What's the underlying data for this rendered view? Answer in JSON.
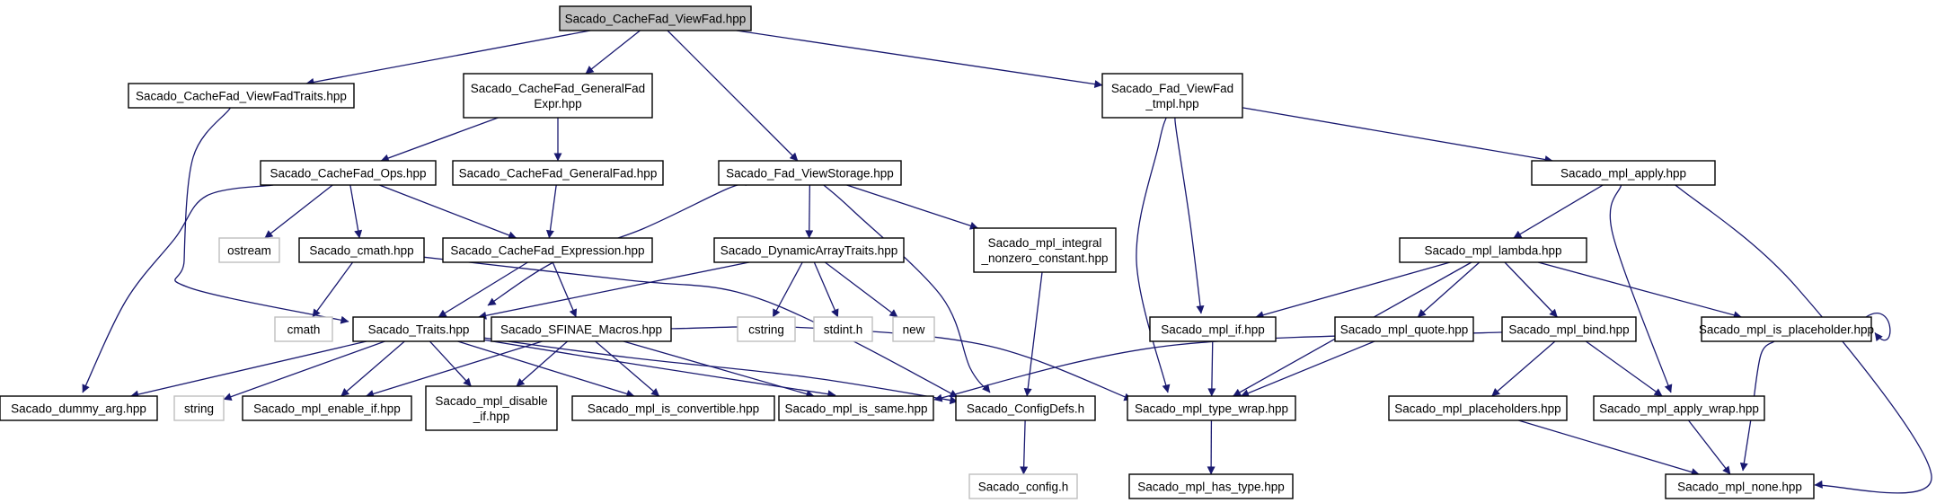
{
  "diagram": {
    "root": "root",
    "nodes": [
      {
        "id": "root",
        "lines": [
          "Sacado_CacheFad_ViewFad.hpp"
        ],
        "kind": "root"
      },
      {
        "id": "viewfadtraits",
        "lines": [
          "Sacado_CacheFad_ViewFadTraits.hpp"
        ]
      },
      {
        "id": "genfadexpr",
        "lines": [
          "Sacado_CacheFad_GeneralFad",
          "Expr.hpp"
        ]
      },
      {
        "id": "viewstorage",
        "lines": [
          "Sacado_Fad_ViewStorage.hpp"
        ]
      },
      {
        "id": "viewfadtmpl",
        "lines": [
          "Sacado_Fad_ViewFad",
          "_tmpl.hpp"
        ]
      },
      {
        "id": "ops",
        "lines": [
          "Sacado_CacheFad_Ops.hpp"
        ]
      },
      {
        "id": "genfad",
        "lines": [
          "Sacado_CacheFad_GeneralFad.hpp"
        ]
      },
      {
        "id": "dyntraits",
        "lines": [
          "Sacado_DynamicArrayTraits.hpp"
        ]
      },
      {
        "id": "intconst",
        "lines": [
          "Sacado_mpl_integral",
          "_nonzero_constant.hpp"
        ]
      },
      {
        "id": "apply",
        "lines": [
          "Sacado_mpl_apply.hpp"
        ]
      },
      {
        "id": "ostream",
        "lines": [
          "ostream"
        ],
        "kind": "ext"
      },
      {
        "id": "cmathhpp",
        "lines": [
          "Sacado_cmath.hpp"
        ]
      },
      {
        "id": "expression",
        "lines": [
          "Sacado_CacheFad_Expression.hpp"
        ]
      },
      {
        "id": "cstring",
        "lines": [
          "cstring"
        ],
        "kind": "ext"
      },
      {
        "id": "stdint",
        "lines": [
          "stdint.h"
        ],
        "kind": "ext"
      },
      {
        "id": "new",
        "lines": [
          "new"
        ],
        "kind": "ext"
      },
      {
        "id": "lambda",
        "lines": [
          "Sacado_mpl_lambda.hpp"
        ]
      },
      {
        "id": "cmath",
        "lines": [
          "cmath"
        ],
        "kind": "ext"
      },
      {
        "id": "traits",
        "lines": [
          "Sacado_Traits.hpp"
        ]
      },
      {
        "id": "sfinae",
        "lines": [
          "Sacado_SFINAE_Macros.hpp"
        ]
      },
      {
        "id": "mplif",
        "lines": [
          "Sacado_mpl_if.hpp"
        ]
      },
      {
        "id": "quote",
        "lines": [
          "Sacado_mpl_quote.hpp"
        ]
      },
      {
        "id": "bind",
        "lines": [
          "Sacado_mpl_bind.hpp"
        ]
      },
      {
        "id": "isplaceholder",
        "lines": [
          "Sacado_mpl_is_placeholder.hpp"
        ]
      },
      {
        "id": "dummyarg",
        "lines": [
          "Sacado_dummy_arg.hpp"
        ]
      },
      {
        "id": "string",
        "lines": [
          "string"
        ],
        "kind": "ext"
      },
      {
        "id": "enableif",
        "lines": [
          "Sacado_mpl_enable_if.hpp"
        ]
      },
      {
        "id": "disableif",
        "lines": [
          "Sacado_mpl_disable",
          "_if.hpp"
        ]
      },
      {
        "id": "isconvertible",
        "lines": [
          "Sacado_mpl_is_convertible.hpp"
        ]
      },
      {
        "id": "issame",
        "lines": [
          "Sacado_mpl_is_same.hpp"
        ]
      },
      {
        "id": "configdefs",
        "lines": [
          "Sacado_ConfigDefs.h"
        ]
      },
      {
        "id": "typewrap",
        "lines": [
          "Sacado_mpl_type_wrap.hpp"
        ]
      },
      {
        "id": "placeholders",
        "lines": [
          "Sacado_mpl_placeholders.hpp"
        ]
      },
      {
        "id": "applywrap",
        "lines": [
          "Sacado_mpl_apply_wrap.hpp"
        ]
      },
      {
        "id": "config",
        "lines": [
          "Sacado_config.h"
        ],
        "kind": "ext"
      },
      {
        "id": "hastype",
        "lines": [
          "Sacado_mpl_has_type.hpp"
        ]
      },
      {
        "id": "none",
        "lines": [
          "Sacado_mpl_none.hpp"
        ]
      }
    ],
    "edges": [
      [
        "root",
        "viewfadtraits"
      ],
      [
        "root",
        "genfadexpr"
      ],
      [
        "root",
        "viewstorage"
      ],
      [
        "root",
        "viewfadtmpl"
      ],
      [
        "viewfadtraits",
        "traits"
      ],
      [
        "genfadexpr",
        "ops"
      ],
      [
        "genfadexpr",
        "genfad"
      ],
      [
        "ops",
        "ostream"
      ],
      [
        "ops",
        "cmathhpp"
      ],
      [
        "ops",
        "expression"
      ],
      [
        "ops",
        "dummyarg"
      ],
      [
        "genfad",
        "expression"
      ],
      [
        "cmathhpp",
        "cmath"
      ],
      [
        "cmathhpp",
        "configdefs"
      ],
      [
        "expression",
        "traits"
      ],
      [
        "expression",
        "sfinae"
      ],
      [
        "viewstorage",
        "dyntraits"
      ],
      [
        "viewstorage",
        "intconst"
      ],
      [
        "viewstorage",
        "traits"
      ],
      [
        "viewstorage",
        "configdefs"
      ],
      [
        "dyntraits",
        "cstring"
      ],
      [
        "dyntraits",
        "stdint"
      ],
      [
        "dyntraits",
        "new"
      ],
      [
        "dyntraits",
        "traits"
      ],
      [
        "intconst",
        "configdefs"
      ],
      [
        "traits",
        "dummyarg"
      ],
      [
        "traits",
        "string"
      ],
      [
        "traits",
        "enableif"
      ],
      [
        "traits",
        "disableif"
      ],
      [
        "traits",
        "isconvertible"
      ],
      [
        "traits",
        "issame"
      ],
      [
        "traits",
        "configdefs"
      ],
      [
        "sfinae",
        "enableif"
      ],
      [
        "sfinae",
        "disableif"
      ],
      [
        "sfinae",
        "isconvertible"
      ],
      [
        "sfinae",
        "issame"
      ],
      [
        "sfinae",
        "typewrap"
      ],
      [
        "viewfadtmpl",
        "mplif"
      ],
      [
        "viewfadtmpl",
        "typewrap"
      ],
      [
        "viewfadtmpl",
        "apply"
      ],
      [
        "apply",
        "lambda"
      ],
      [
        "apply",
        "applywrap"
      ],
      [
        "apply",
        "none"
      ],
      [
        "lambda",
        "mplif"
      ],
      [
        "lambda",
        "quote"
      ],
      [
        "lambda",
        "bind"
      ],
      [
        "lambda",
        "isplaceholder"
      ],
      [
        "lambda",
        "typewrap"
      ],
      [
        "mplif",
        "typewrap"
      ],
      [
        "quote",
        "typewrap"
      ],
      [
        "bind",
        "issame"
      ],
      [
        "bind",
        "placeholders"
      ],
      [
        "bind",
        "applywrap"
      ],
      [
        "isplaceholder",
        "isplaceholder"
      ],
      [
        "isplaceholder",
        "none"
      ],
      [
        "configdefs",
        "config"
      ],
      [
        "typewrap",
        "hastype"
      ],
      [
        "placeholders",
        "none"
      ],
      [
        "applywrap",
        "none"
      ]
    ]
  }
}
